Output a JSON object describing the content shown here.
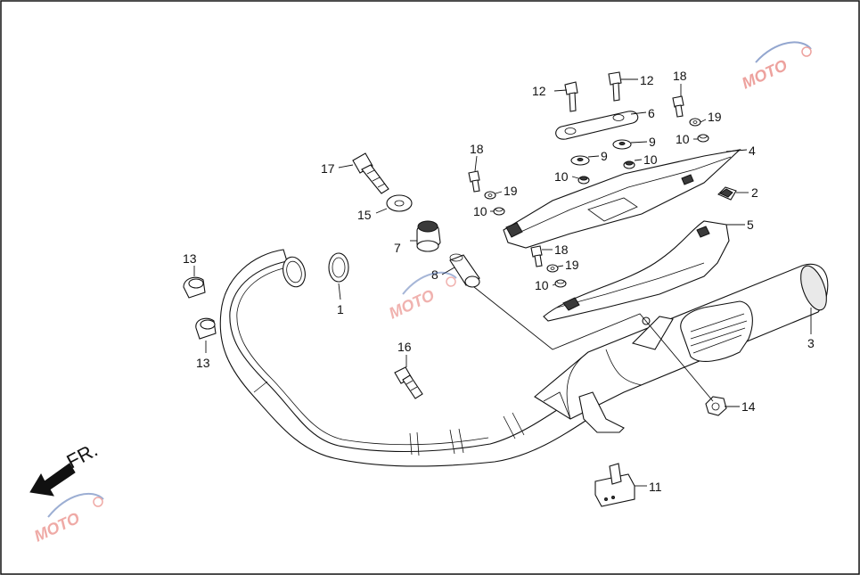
{
  "callouts": {
    "c1": "1",
    "c2": "2",
    "c3": "3",
    "c4": "4",
    "c5": "5",
    "c6": "6",
    "c7": "7",
    "c8": "8",
    "c9a": "9",
    "c9b": "9",
    "c10a": "10",
    "c10b": "10",
    "c10c": "10",
    "c10d": "10",
    "c10e": "10",
    "c11": "11",
    "c12a": "12",
    "c12b": "12",
    "c13a": "13",
    "c13b": "13",
    "c14": "14",
    "c15": "15",
    "c16": "16",
    "c17": "17",
    "c18a": "18",
    "c18b": "18",
    "c18c": "18",
    "c19a": "19",
    "c19b": "19",
    "c19c": "19"
  },
  "direction_label": "FR.",
  "watermark": "MOTO",
  "colors": {
    "line": "#111111",
    "watermark_red": "#e0574f",
    "watermark_blue": "#3b5fa8"
  }
}
